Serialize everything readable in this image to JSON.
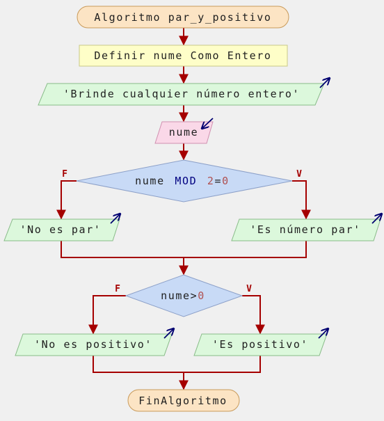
{
  "colors": {
    "background": "#f0f0f0",
    "flow_line": "#a50000",
    "terminator_fill": "#fce4c4",
    "terminator_stroke": "#c89a5a",
    "process_fill": "#fefec8",
    "process_stroke": "#c8c888",
    "output_fill": "#dcf8dc",
    "output_stroke": "#88bb88",
    "input_fill": "#fad8e8",
    "input_stroke": "#d090b0",
    "decision_fill": "#c8daf6",
    "decision_stroke": "#8ca0c8",
    "io_arrow": "#000070",
    "text": "#202020",
    "keyword": "#000080",
    "number": "#b05050"
  },
  "nodes": {
    "start": "Algoritmo par_y_positivo",
    "define": "Definir nume Como Entero",
    "prompt": "'Brinde cualquier número entero'",
    "read": "nume",
    "decision1": {
      "var": "nume",
      "op": "MOD",
      "num": "2",
      "rest": "=",
      "val": "0"
    },
    "decision1_false": "F",
    "decision1_true": "V",
    "out_not_even": "'No es par'",
    "out_even": "'Es número par'",
    "decision2": {
      "var": "nume>",
      "val": "0"
    },
    "decision2_false": "F",
    "decision2_true": "V",
    "out_not_positive": "'No es positivo'",
    "out_positive": "'Es positivo'",
    "end": "FinAlgoritmo"
  }
}
